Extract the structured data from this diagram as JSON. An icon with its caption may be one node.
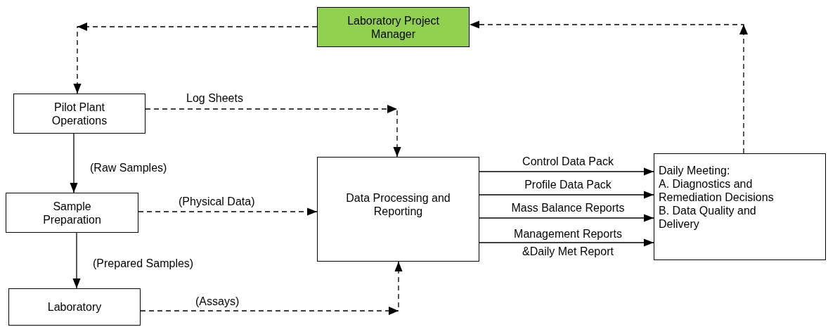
{
  "diagram": {
    "nodes": [
      {
        "text": [
          "Laboratory Project Manager"
        ]
      },
      {
        "text": [
          "Pilot Plant Operations"
        ]
      },
      {
        "text": [
          "Sample Preparation"
        ]
      },
      {
        "text": [
          "Laboratory"
        ]
      },
      {
        "text": [
          "Data Processing and Reporting"
        ]
      },
      {
        "text": [
          "Daily Meeting:",
          "A. Diagnostics and Remediation Decisions",
          "B. Data Quality and Delivery"
        ]
      }
    ],
    "edges": [
      {
        "from": 0,
        "to": 1,
        "arrow": "to",
        "style": "dashed"
      },
      {
        "from": 1,
        "to": 4,
        "arrow": "to",
        "style": "dashed",
        "label": "Log Sheets"
      },
      {
        "from": 1,
        "to": 2,
        "arrow": "to",
        "label": "(Raw Samples)"
      },
      {
        "from": 2,
        "to": 4,
        "arrow": "to",
        "style": "dashed",
        "label": "(Physical Data)"
      },
      {
        "from": 2,
        "to": 3,
        "arrow": "to",
        "label": "(Prepared Samples)"
      },
      {
        "from": 3,
        "to": 4,
        "arrow": "to",
        "style": "dashed",
        "label": "(Assays)"
      },
      {
        "from": 4,
        "to": 5,
        "arrow": "to",
        "label": "Control Data Pack"
      },
      {
        "from": 4,
        "to": 5,
        "arrow": "to",
        "label": "Profile Data Pack"
      },
      {
        "from": 4,
        "to": 5,
        "arrow": "to",
        "label": "Mass Balance Reports"
      },
      {
        "from": 4,
        "to": 5,
        "arrow": "to",
        "label": "Management Reports &Daily Met Report"
      },
      {
        "from": 5,
        "to": 0,
        "arrow": "to",
        "style": "dashed"
      }
    ]
  }
}
